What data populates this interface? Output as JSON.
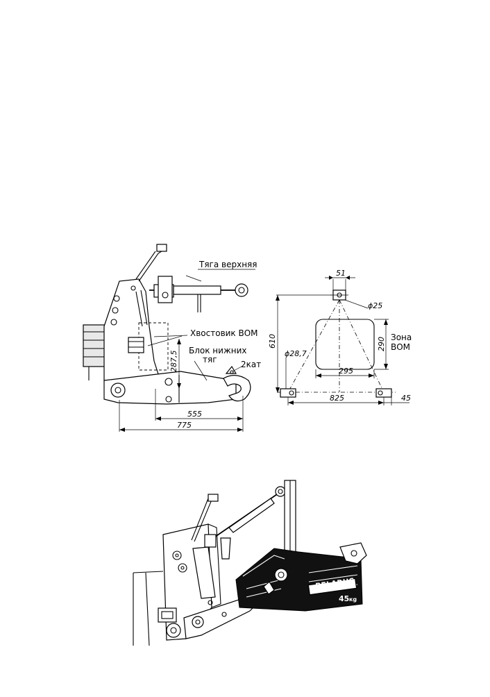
{
  "side_view": {
    "labels": {
      "upper_link": "Тяга верхняя",
      "pto_shaft": "Хвостовик ВОМ",
      "lower_links_line1": "Блок нижних",
      "lower_links_line2": "тяг",
      "category": "2кат"
    },
    "dimensions": {
      "pto_height": "287,5",
      "reach_inner": "555",
      "reach_outer": "775"
    }
  },
  "front_view": {
    "dimensions": {
      "top_width": "51",
      "top_hole": "ϕ25",
      "height": "610",
      "zone_height": "290",
      "zone_width": "295",
      "lower_hole": "ϕ28,7",
      "base_width": "825",
      "offset": "45"
    },
    "labels": {
      "zone_line1": "Зона",
      "zone_line2": "ВОМ"
    }
  },
  "perspective_view": {
    "weights": {
      "brand": "BELARUS",
      "mass": "45",
      "unit": "кg"
    }
  }
}
